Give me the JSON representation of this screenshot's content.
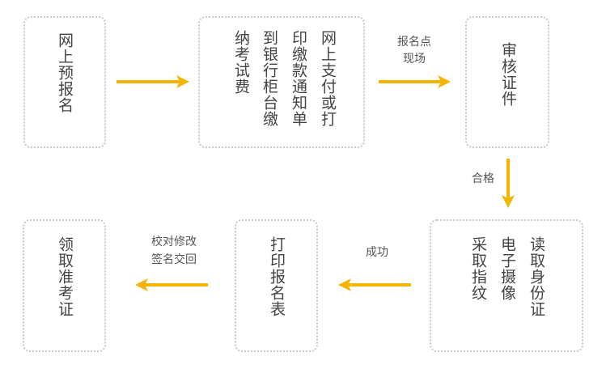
{
  "accent_color": "#f5b400",
  "steps": {
    "online_prereg": {
      "text": "网上预报名"
    },
    "payment": {
      "columns": [
        "纳考试费",
        "到银行柜台缴",
        "印缴款通知单",
        "网上支付或打"
      ]
    },
    "review": {
      "text": "审核证件"
    },
    "capture": {
      "columns": [
        "采取指纹",
        "电子摄像",
        "读取身份证"
      ]
    },
    "print_form": {
      "text": "打印报名表"
    },
    "admission": {
      "text": "领取准考证"
    }
  },
  "arrow_labels": {
    "onsite": [
      "报名点",
      "现场"
    ],
    "qualified": "合格",
    "success": "成功",
    "verify": [
      "校对修改",
      "签名交回"
    ]
  }
}
